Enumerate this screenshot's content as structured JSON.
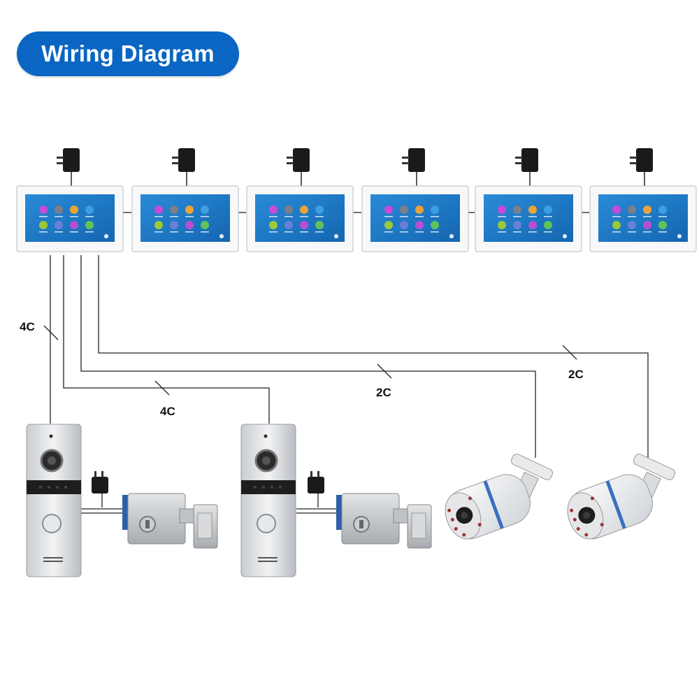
{
  "title": "Wiring Diagram",
  "colors": {
    "title_bg": "#0a66c2",
    "screen": "#1b7fcf",
    "wire": "#222222"
  },
  "monitors": [
    {
      "id": "monitor-1"
    },
    {
      "id": "monitor-2"
    },
    {
      "id": "monitor-3"
    },
    {
      "id": "monitor-4"
    },
    {
      "id": "monitor-5"
    },
    {
      "id": "monitor-6"
    }
  ],
  "cable_labels": {
    "door_station_1": "4C",
    "door_station_2": "4C",
    "camera_1": "2C",
    "camera_2": "2C"
  },
  "devices": {
    "door_stations": 2,
    "electric_locks": 2,
    "cameras": 2,
    "power_adapters": 8
  }
}
